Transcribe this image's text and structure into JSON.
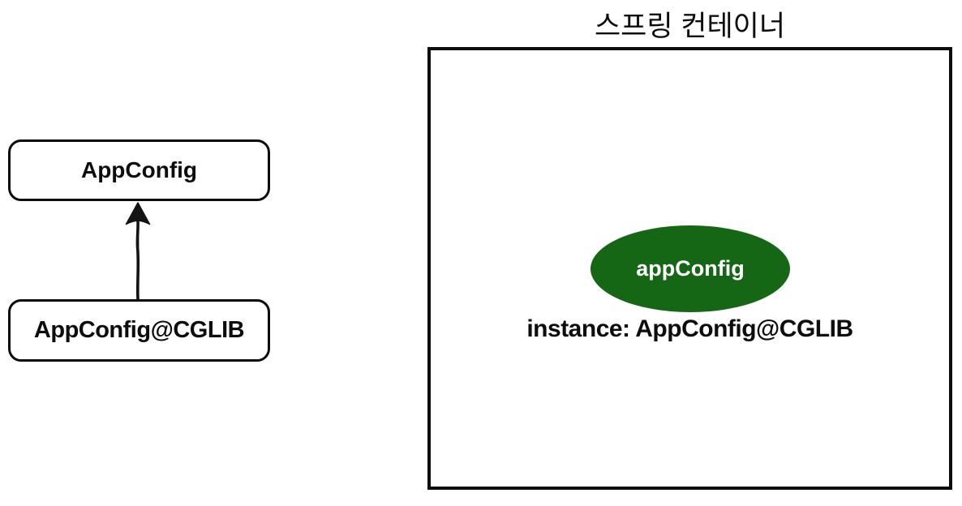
{
  "left_panel": {
    "parent_class": "AppConfig",
    "child_class": "AppConfig@CGLIB",
    "relation_icon": "arrow-up-inheritance"
  },
  "spring_container": {
    "title": "스프링 컨테이너",
    "bean_name": "appConfig",
    "instance_label": "instance: AppConfig@CGLIB"
  },
  "colors": {
    "bean-fill": "#156615",
    "line": "#0d0d0d"
  }
}
